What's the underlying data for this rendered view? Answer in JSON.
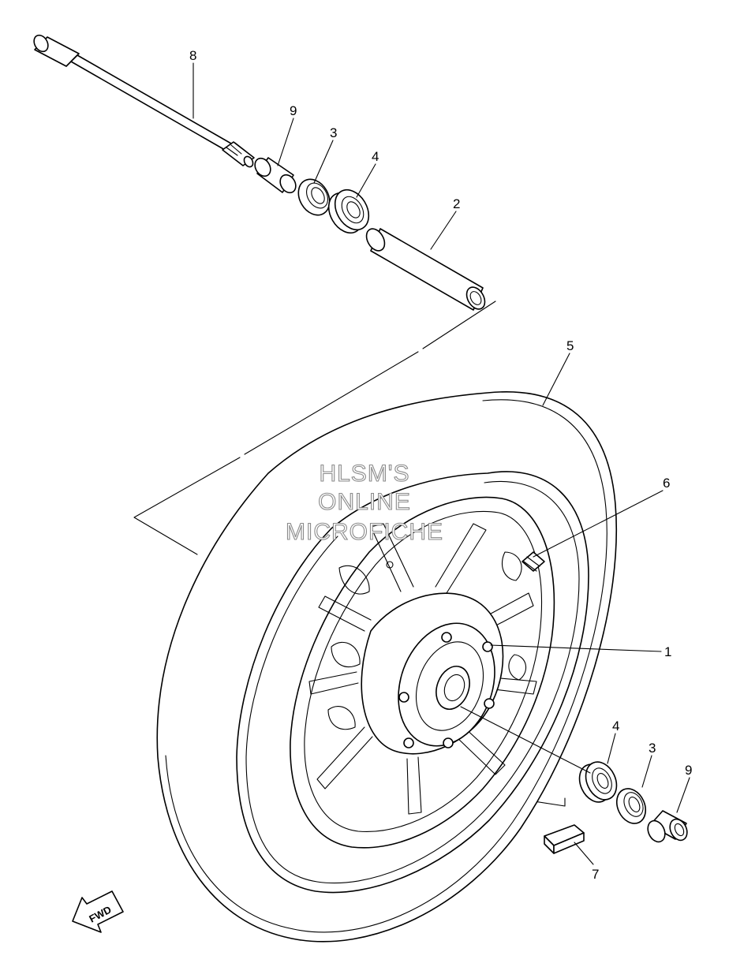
{
  "watermark": {
    "line1": "HLSM'S",
    "line2": "ONLINE",
    "line3": "MICROFICHE"
  },
  "direction_arrow": {
    "label": "FWD",
    "icon": "forward-arrow-icon"
  },
  "callouts": {
    "axle": "8",
    "collar_top": "9",
    "oil_seal_top": "3",
    "bearing_top": "4",
    "spacer": "2",
    "tire": "5",
    "valve": "6",
    "cast_wheel": "1",
    "bearing_bottom": "4",
    "oil_seal_bottom": "3",
    "collar_bottom": "9",
    "balance_weight": "7"
  }
}
